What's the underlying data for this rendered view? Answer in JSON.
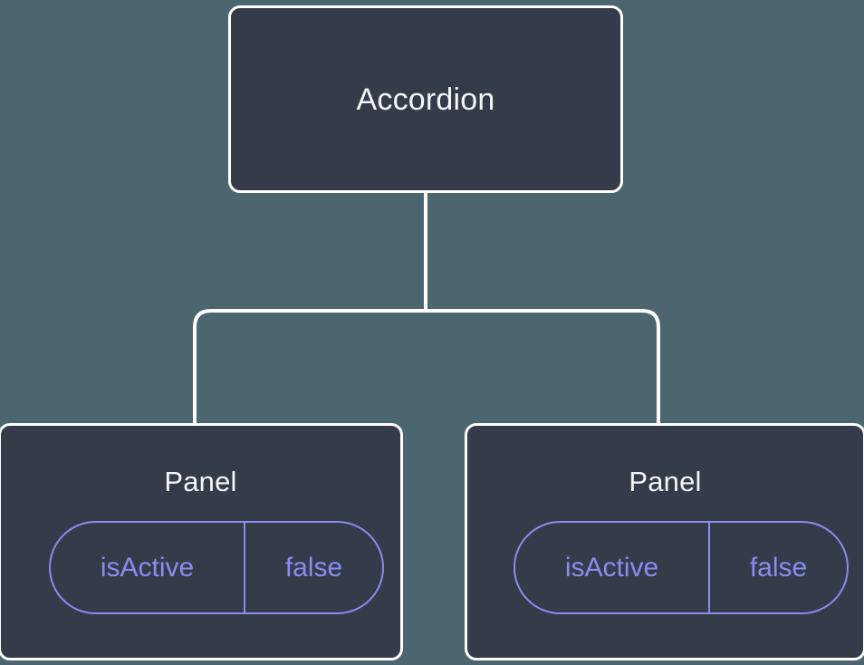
{
  "diagram": {
    "type": "component-tree",
    "background_color": "#4c6670",
    "node_fill_color": "#343b49",
    "node_border_color": "#ffffff",
    "title_text_color": "#f4f5f7",
    "prop_accent_color": "#8a8cf2",
    "edge_color": "#ffffff",
    "root": {
      "title": "Accordion"
    },
    "children": [
      {
        "title": "Panel",
        "prop": {
          "key": "isActive",
          "value": "false"
        }
      },
      {
        "title": "Panel",
        "prop": {
          "key": "isActive",
          "value": "false"
        }
      }
    ]
  }
}
